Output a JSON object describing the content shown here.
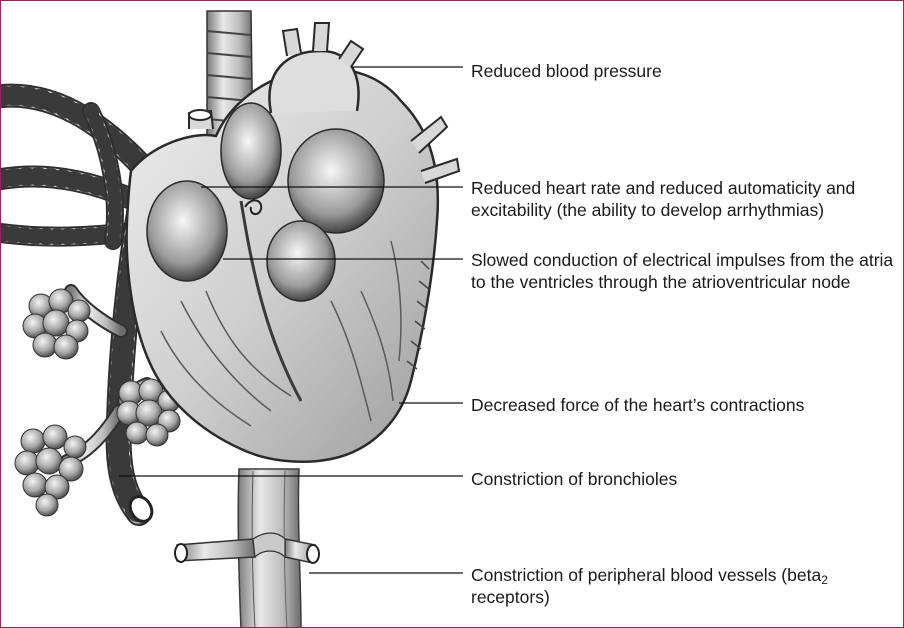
{
  "colors": {
    "frame": "#8a2a55",
    "ink": "#1a1a1a",
    "leader_line": "#111111"
  },
  "labels": [
    {
      "text": "Reduced blood pressure"
    },
    {
      "text": "Reduced heart rate and reduced automaticity and excitability (the ability to develop arrhythmias)"
    },
    {
      "text": "Slowed conduction of electrical impulses from the atria to the ventricles through the atrioventricular node"
    },
    {
      "text": "Decreased force of the heart’s contractions"
    },
    {
      "text": "Constriction of bronchioles"
    },
    {
      "text": "Constriction of peripheral blood vessels (beta",
      "subscript": "2",
      "tail": " receptors)"
    }
  ]
}
